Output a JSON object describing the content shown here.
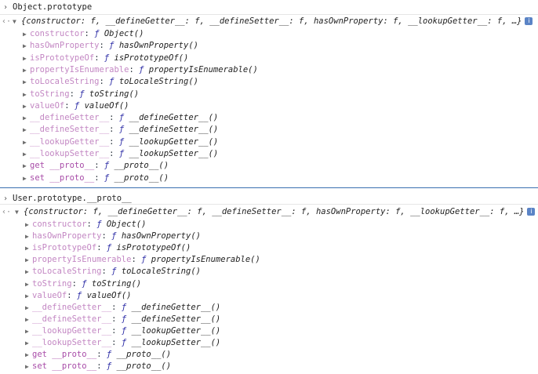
{
  "block1": {
    "command": "Object.prototype",
    "summary": "{constructor: f, __defineGetter__: f, __defineSetter__: f, hasOwnProperty: f, __lookupGetter__: f, …}",
    "info_icon": "i",
    "properties": [
      {
        "key": "constructor",
        "sig": "Object()"
      },
      {
        "key": "hasOwnProperty",
        "sig": "hasOwnProperty()"
      },
      {
        "key": "isPrototypeOf",
        "sig": "isPrototypeOf()"
      },
      {
        "key": "propertyIsEnumerable",
        "sig": "propertyIsEnumerable()"
      },
      {
        "key": "toLocaleString",
        "sig": "toLocaleString()"
      },
      {
        "key": "toString",
        "sig": "toString()"
      },
      {
        "key": "valueOf",
        "sig": "valueOf()"
      },
      {
        "key": "__defineGetter__",
        "sig": "__defineGetter__()"
      },
      {
        "key": "__defineSetter__",
        "sig": "__defineSetter__()"
      },
      {
        "key": "__lookupGetter__",
        "sig": "__lookupGetter__()"
      },
      {
        "key": "__lookupSetter__",
        "sig": "__lookupSetter__()"
      },
      {
        "key": "get __proto__",
        "sig": "__proto__()"
      },
      {
        "key": "set __proto__",
        "sig": "__proto__()"
      }
    ]
  },
  "block2": {
    "command": "User.prototype.__proto__",
    "summary": "{constructor: f, __defineGetter__: f, __defineSetter__: f, hasOwnProperty: f, __lookupGetter__: f, …}",
    "info_icon": "i",
    "properties": [
      {
        "key": "constructor",
        "sig": "Object()"
      },
      {
        "key": "hasOwnProperty",
        "sig": "hasOwnProperty()"
      },
      {
        "key": "isPrototypeOf",
        "sig": "isPrototypeOf()"
      },
      {
        "key": "propertyIsEnumerable",
        "sig": "propertyIsEnumerable()"
      },
      {
        "key": "toLocaleString",
        "sig": "toLocaleString()"
      },
      {
        "key": "toString",
        "sig": "toString()"
      },
      {
        "key": "valueOf",
        "sig": "valueOf()"
      },
      {
        "key": "__defineGetter__",
        "sig": "__defineGetter__()"
      },
      {
        "key": "__defineSetter__",
        "sig": "__defineSetter__()"
      },
      {
        "key": "__lookupGetter__",
        "sig": "__lookupGetter__()"
      },
      {
        "key": "__lookupSetter__",
        "sig": "__lookupSetter__()"
      },
      {
        "key": "get __proto__",
        "sig": "__proto__()"
      },
      {
        "key": "set __proto__",
        "sig": "__proto__()"
      }
    ]
  },
  "glyphs": {
    "input_prompt": "›",
    "result_prompt": "‹·",
    "expanded_triangle": "▼",
    "collapsed_triangle": "▶",
    "function_keyword": "ƒ"
  }
}
